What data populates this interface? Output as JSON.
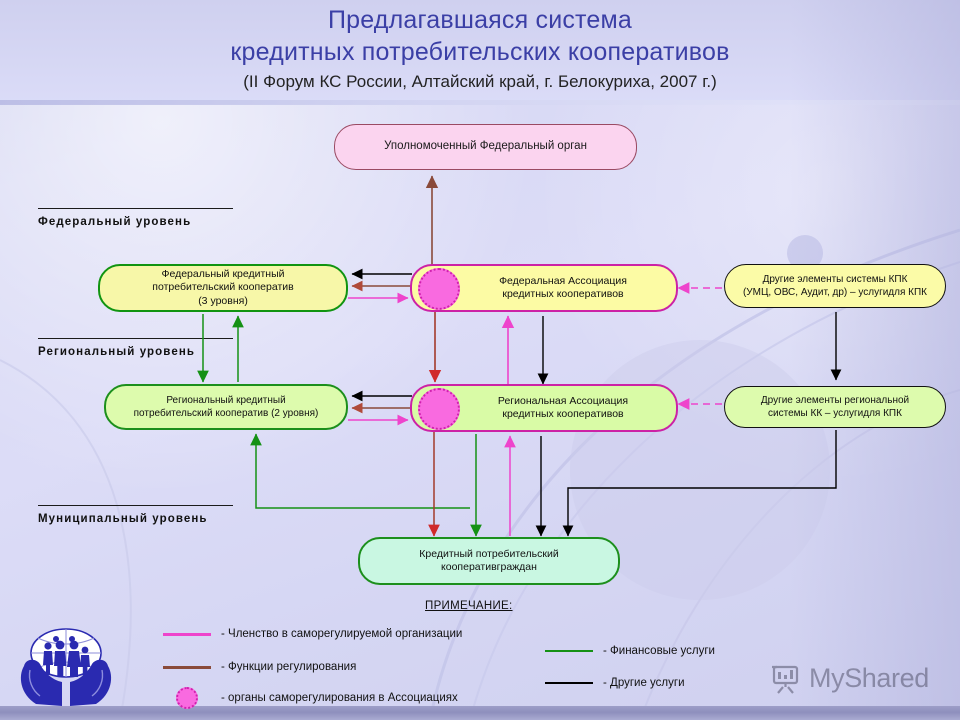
{
  "header": {
    "line1": "Предлагавшаяся система",
    "line2": "кредитных потребительских кооперативов",
    "line3": "(II Форум КС России, Алтайский край, г. Белокуриха, 2007 г.)"
  },
  "levels": [
    {
      "label": "Федеральный  уровень"
    },
    {
      "label": "Региональный  уровень"
    },
    {
      "label": "Муниципальный  уровень"
    }
  ],
  "nodes": {
    "federal_organ": {
      "text": "Уполномоченный Федеральный орган"
    },
    "federal_coop": {
      "line1": "Федеральный кредитный",
      "line2": "потребительский кооператив",
      "line3": "(3 уровня)"
    },
    "federal_assoc": {
      "line1": "Федеральная Ассоциация",
      "line2": "кредитных кооперативов"
    },
    "federal_other": {
      "line1": "Другие элементы системы КПК",
      "line2": "(УМЦ, ОВС, Аудит, др) – услугидля КПК"
    },
    "regional_coop": {
      "line1": "Региональный кредитный",
      "line2": "потребительский кооператив (2 уровня)"
    },
    "regional_assoc": {
      "line1": "Региональная Ассоциация",
      "line2": "кредитных кооперативов"
    },
    "regional_other": {
      "line1": "Другие элементы региональной",
      "line2": "системы КК – услугидля КПК"
    },
    "municipal_coop": {
      "line1": "Кредитный потребительский",
      "line2": "кооперативграждан"
    }
  },
  "legend": {
    "title": "ПРИМЕЧАНИЕ:",
    "items": [
      {
        "name": "membership",
        "swatch": "line",
        "color": "#ee44cc",
        "text": "- Членство в саморегулируемой организации"
      },
      {
        "name": "regulation",
        "swatch": "line",
        "color": "#8a4a3a",
        "text": "- Функции регулирования"
      },
      {
        "name": "selfreg",
        "swatch": "circle",
        "color": "#f96ae0",
        "text": "- органы саморегулирования в Ассоциациях"
      },
      {
        "name": "financial",
        "swatch": "line",
        "color": "#159115",
        "text": "- Финансовые услуги"
      },
      {
        "name": "other",
        "swatch": "line",
        "color": "#000000",
        "text": "- Другие услуги"
      }
    ]
  },
  "watermark": {
    "text": "MyShared",
    "icon": "presentation-board-icon"
  },
  "colors": {
    "membership": "#ee44cc",
    "regulation": "#8a4a3a",
    "financial": "#159115",
    "other": "#000000",
    "selfreg_fill": "#f96ae0",
    "title_blue": "#3b3fa6",
    "background": "#d9d9f3"
  }
}
